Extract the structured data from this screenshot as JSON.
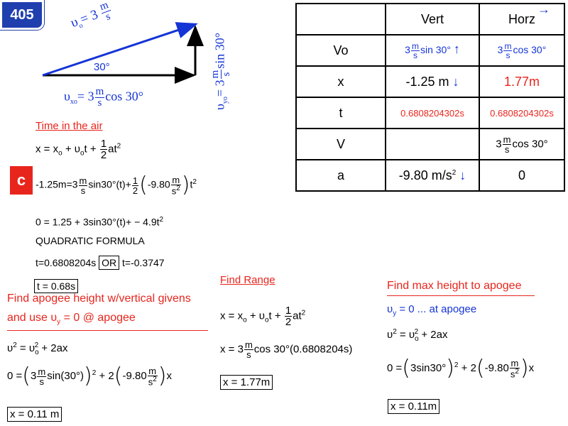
{
  "badge": "405",
  "section_letter": "c",
  "diagram": {
    "vo": "υ",
    "vo_sub": "o",
    "vo_rest": "= 3",
    "unit_n": "m",
    "unit_d": "s",
    "angle": "30°",
    "vxo": "υ",
    "vxo_sub": "xo",
    "vxo_rest": "= 3",
    "vxo_trig": "cos 30°",
    "vyo": "υ",
    "vyo_sub": "yo",
    "vyo_rest": "= 3",
    "vyo_trig": "sin 30°"
  },
  "table": {
    "col_vert": "Vert",
    "col_horz": "Horz",
    "rows": [
      {
        "label": "Vo",
        "vert": "3",
        "vert_trig": "sin 30°",
        "horz": "3",
        "horz_trig": "cos 30°"
      },
      {
        "label": "x",
        "vert": "-1.25 m",
        "horz": "1.77m"
      },
      {
        "label": "t",
        "vert": "0.6808204302s",
        "horz": "0.6808204302s"
      },
      {
        "label": "V",
        "vert": "",
        "horz": "3",
        "horz_trig": "cos 30°"
      },
      {
        "label": "a",
        "vert": "-9.80 m/s",
        "vert_sup": "2",
        "horz": "0"
      }
    ],
    "unit_n": "m",
    "unit_d": "s"
  },
  "time_section": {
    "title": "Time in the air",
    "eq1": "x = x",
    "eq2_prefix": "-1.25m=3",
    "eq2_mid": "sin30°(t)+",
    "eq2_acc": "-9.80",
    "eq3": "0 = 1.25 + 3sin30°(t)+ − 4.9t",
    "quadratic": "QUADRATIC FORMULA",
    "t_result": "t=0.6808204s",
    "or": "OR",
    "t_alt": "t=-0.3747",
    "t_box": "t = 0.68s"
  },
  "apogee_left": {
    "title1": "Find apogee height w/vertical givens",
    "title2": "and use υ",
    "title2_sub": "y",
    "title2_rest": " = 0 @ apogee",
    "eq1": "υ",
    "eq1_rest": " = υ",
    "eq1_tail": " + 2ax",
    "eq2_start": "0 =",
    "eq2_in": "3",
    "eq2_trig": "sin(30°)",
    "eq2_acc": "-9.80",
    "eq2_end": "x",
    "result": "x = 0.11 m"
  },
  "range": {
    "title": "Find Range",
    "eq1": "x = x",
    "eq2_a": "x = 3",
    "eq2_b": "cos 30°(0.6808204s)",
    "result": "x = 1.77m"
  },
  "max_height": {
    "title": "Find max height to apogee",
    "cond": "υ",
    "cond_sub": "y",
    "cond_rest": " = 0   ... at apogee",
    "eq1": "υ",
    "eq1_rest": " = υ",
    "eq1_tail": " + 2ax",
    "eq2_start": "0 =",
    "eq2_in": "3sin30°",
    "eq2_acc": "-9.80",
    "eq2_end": "x",
    "result": "x = 0.11m"
  },
  "colors": {
    "red": "#e8251d",
    "blue": "#1534d6",
    "badge": "#1f3fae"
  }
}
